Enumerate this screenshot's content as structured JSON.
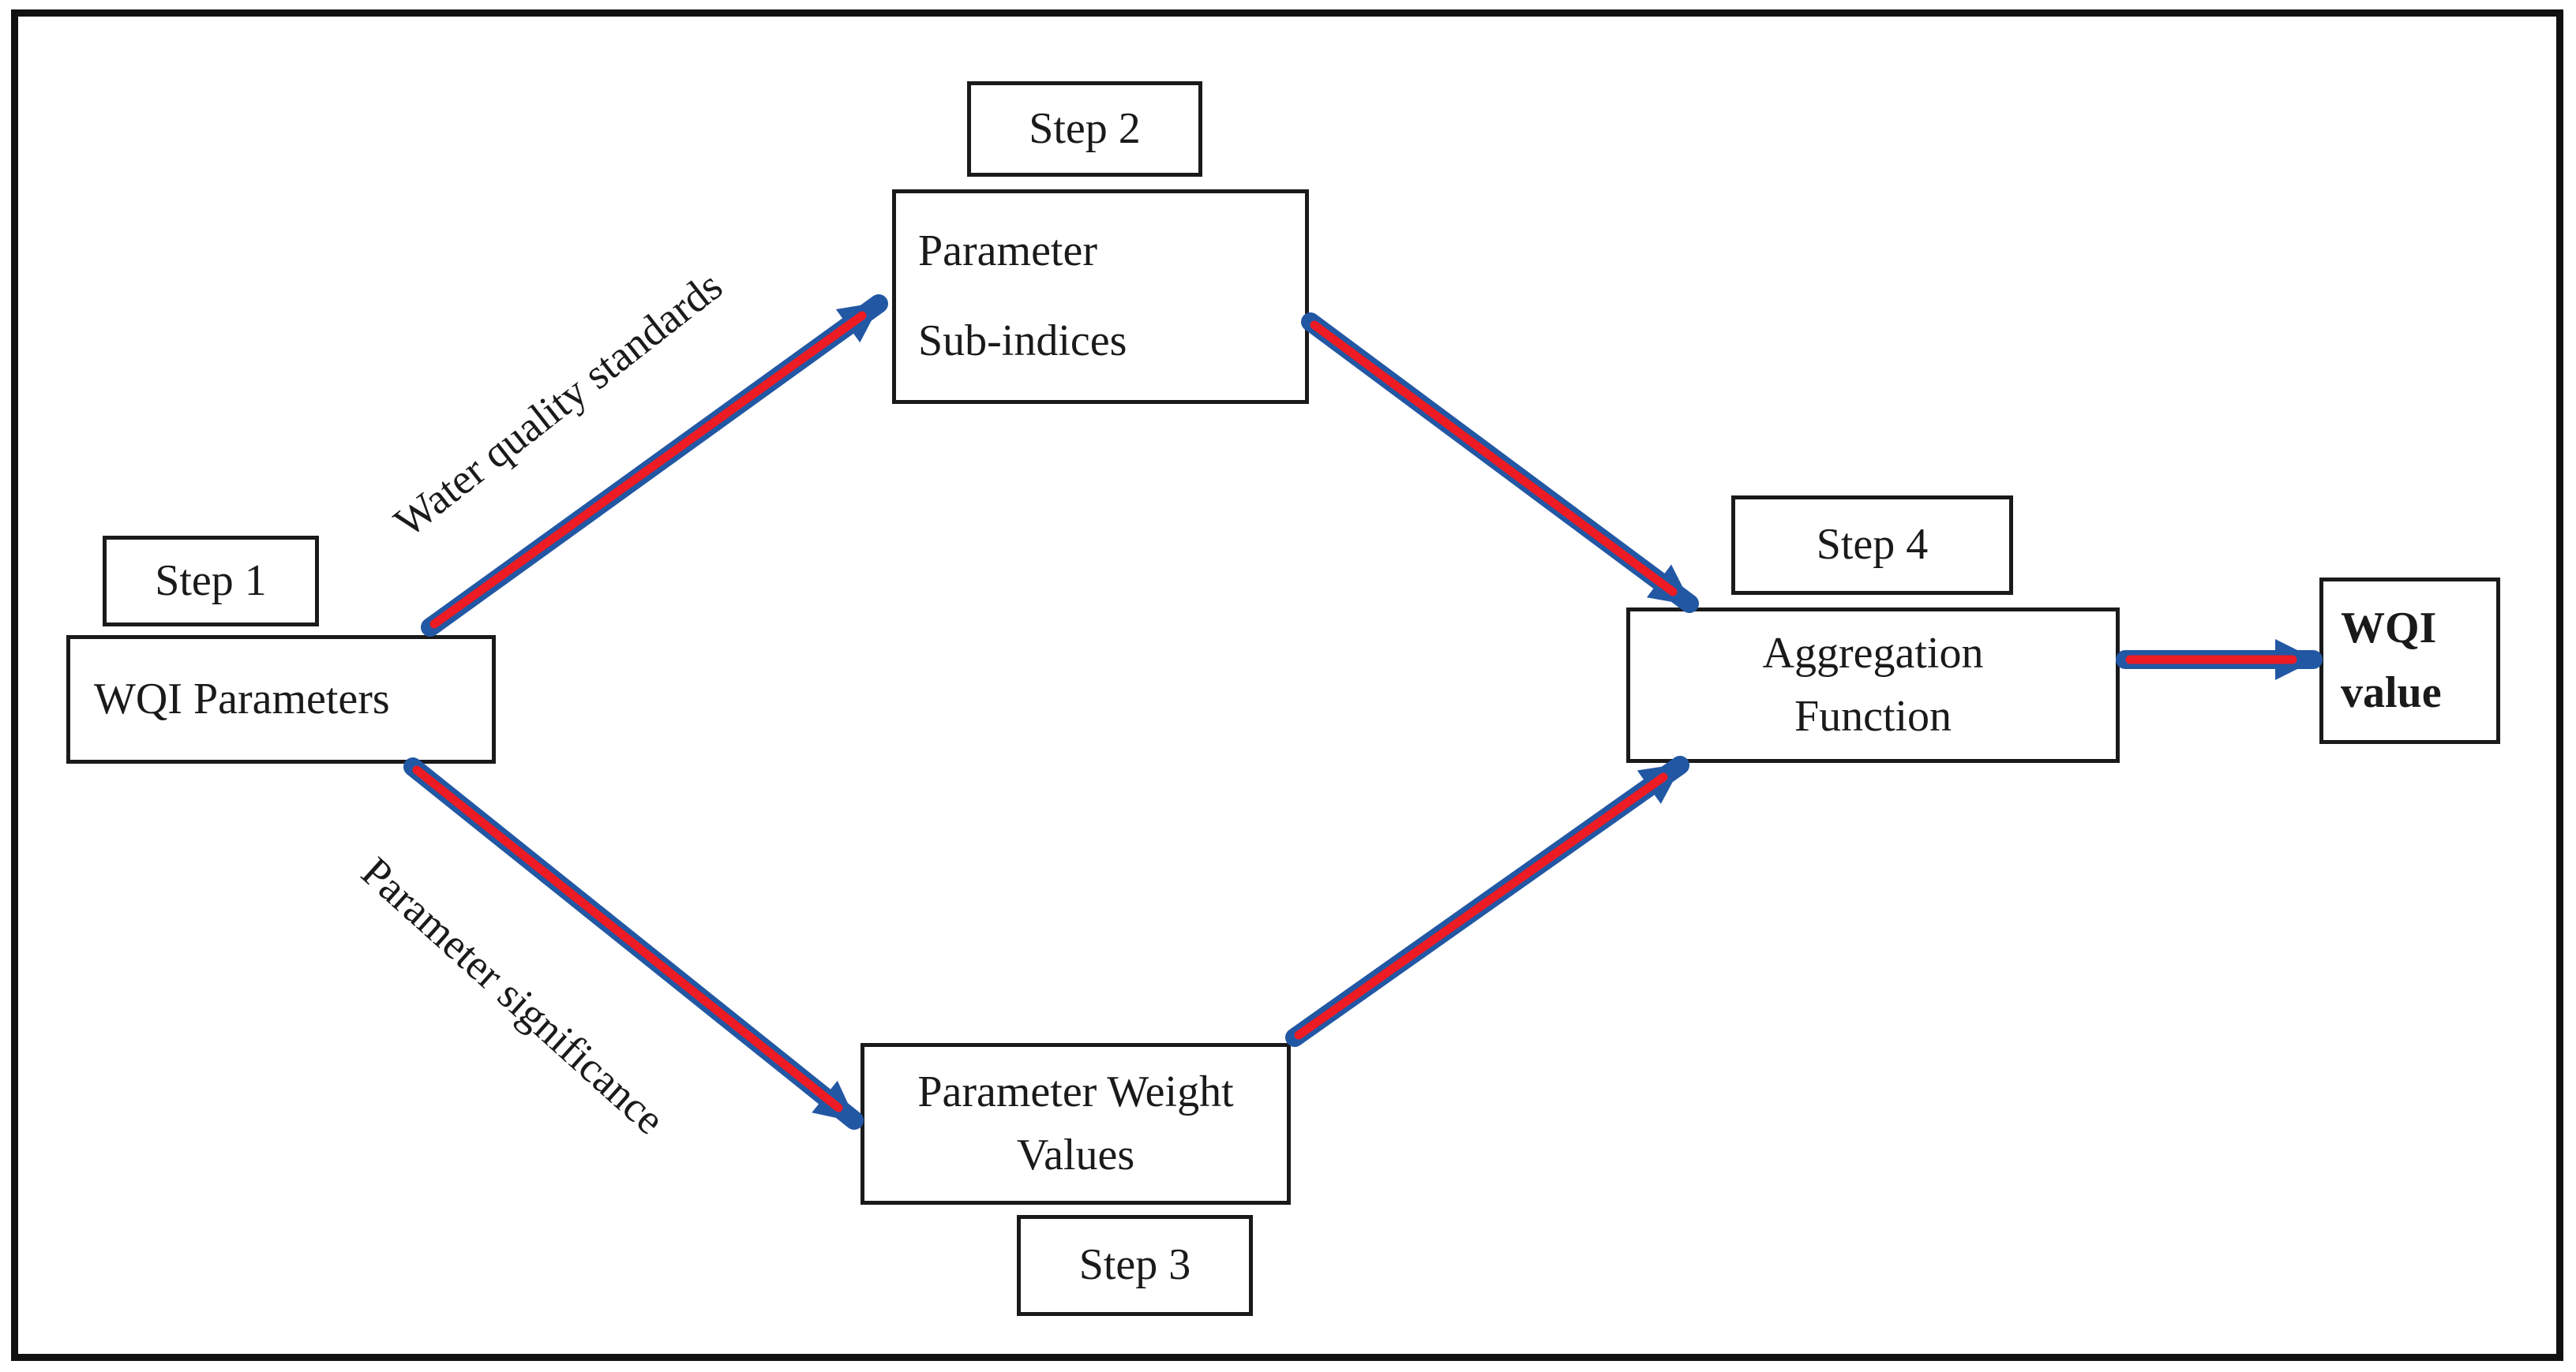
{
  "diagram": {
    "title_semantic": "WQI calculation steps flowchart",
    "steps": {
      "step1": {
        "label": "Step 1",
        "box_text": "WQI Parameters"
      },
      "step2": {
        "label": "Step 2",
        "box_line1": "Parameter",
        "box_line2": "Sub-indices"
      },
      "step3": {
        "label": "Step 3",
        "box_line1": "Parameter Weight",
        "box_line2": "Values"
      },
      "step4": {
        "label": "Step 4",
        "box_line1": "Aggregation",
        "box_line2": "Function"
      }
    },
    "output": {
      "line1": "WQI",
      "line2": "value"
    },
    "edges": {
      "step1_to_step2_label": "Water quality standards",
      "step1_to_step3_label": "Parameter significance"
    }
  },
  "colors": {
    "arrow_red": "#ED1B24",
    "arrow_blue": "#2257A4",
    "box_border": "#1A1A1A",
    "text": "#1A1A1A",
    "frame": "#111111",
    "background": "#FFFFFF"
  }
}
